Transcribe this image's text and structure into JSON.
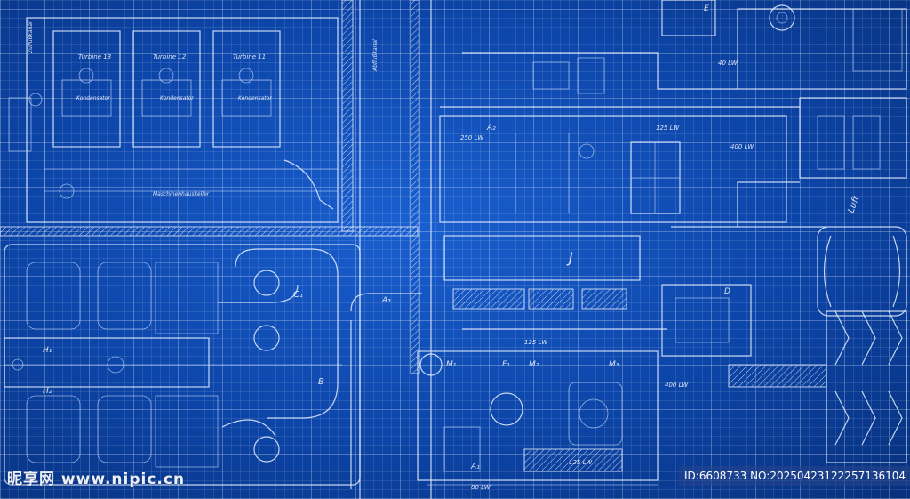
{
  "colors": {
    "background": "#0c45a8",
    "ink": "#e8f0ff"
  },
  "labels": {
    "turbine13": "Turbine 13",
    "turbine12": "Turbine 12",
    "turbine11": "Turbine 11",
    "kondensator": "Kondensator",
    "zuflusskanal": "Zuflußkanal",
    "abflusskanal": "Abflußkanal",
    "maschinenhaus": "Maschinenhauskeller",
    "luft": "Luft",
    "flow_125": "125 LW",
    "flow_250": "250 LW",
    "flow_400": "400 LW",
    "flow_40": "40 LW",
    "flow_80": "80 LW",
    "A1": "A₁",
    "A2": "A₂",
    "A3": "A₃",
    "B": "B",
    "C1": "C₁",
    "F1": "F₁",
    "M1": "M₁",
    "M2": "M₂",
    "M3": "M₃",
    "H1": "H₁",
    "H2": "H₂",
    "D": "D",
    "E": "E",
    "J": "J"
  },
  "watermark": {
    "logo_text": "昵享网 www.nipic.cn",
    "id_text": "ID:6608733 NO:20250423122257136104"
  }
}
